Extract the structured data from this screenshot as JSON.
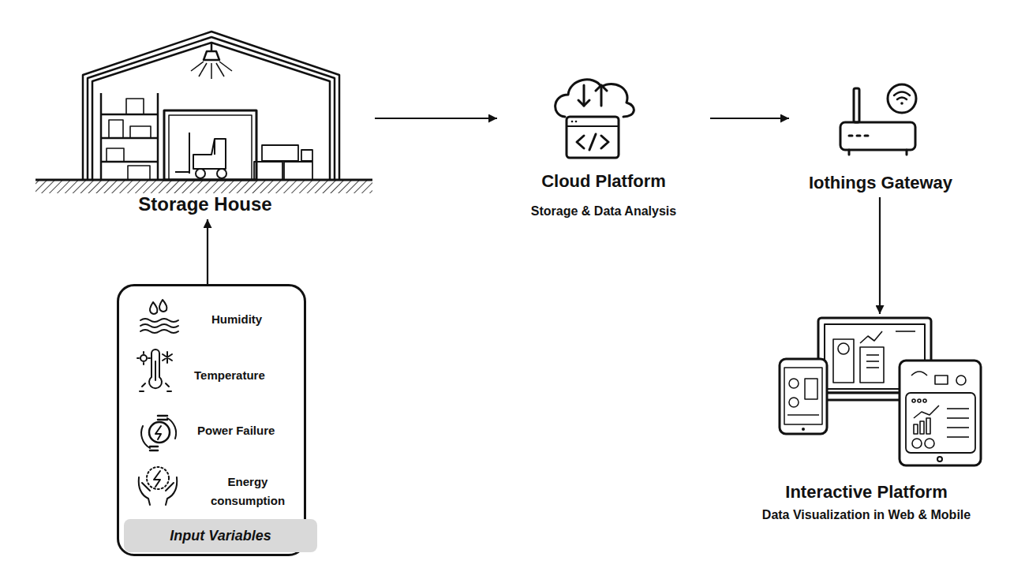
{
  "diagram": {
    "nodes": [
      {
        "text": [
          "Storage House"
        ]
      },
      {
        "text": [
          "Cloud Platform",
          "Storage & Data Analysis"
        ]
      },
      {
        "text": [
          "Iothings Gateway"
        ]
      },
      {
        "text": [
          "Humidity",
          "Temperature",
          "Power Failure",
          "Energy consumption",
          "Input Variables"
        ]
      },
      {
        "text": [
          "Interactive Platform",
          "Data Visualization in Web & Mobile"
        ]
      }
    ],
    "edges": [
      {
        "from": 3,
        "to": 0,
        "arrow": "to"
      },
      {
        "from": 0,
        "to": 1,
        "arrow": "to"
      },
      {
        "from": 1,
        "to": 2,
        "arrow": "to"
      },
      {
        "from": 2,
        "to": 4,
        "arrow": "to"
      }
    ]
  }
}
